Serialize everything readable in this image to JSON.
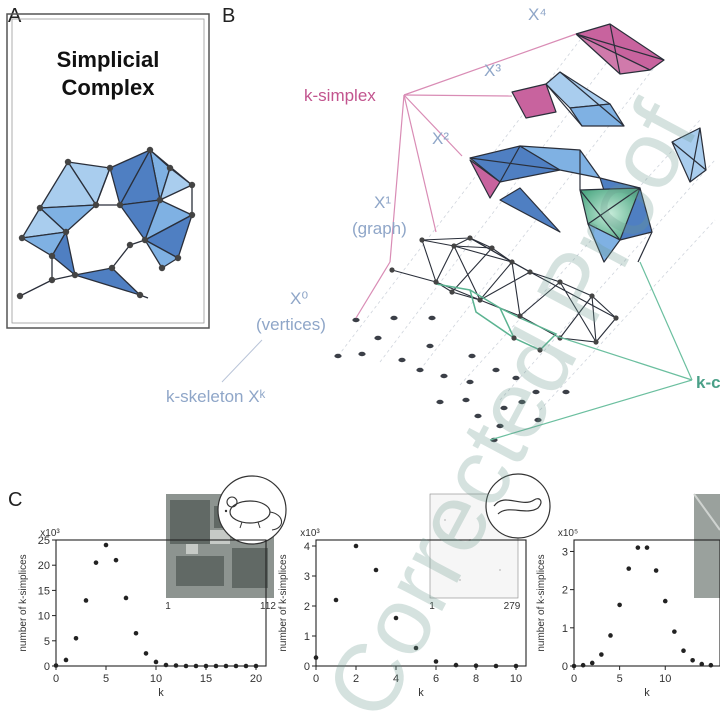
{
  "panel_a": {
    "letter": "A",
    "title_line1": "Simplicial",
    "title_line2": "Complex"
  },
  "panel_b": {
    "letter": "B",
    "labels": {
      "x4": "X⁴",
      "x3": "X³",
      "x2": "X²",
      "x1": "X¹",
      "x1_sub": "(graph)",
      "x0": "X⁰",
      "x0_sub": "(vertices)",
      "k_simplex": "k-simplex",
      "k_skeleton": "k-skeleton Xᵏ",
      "k_cut": "k-c"
    }
  },
  "panel_c": {
    "letter": "C"
  },
  "watermark": "Corrected Proof",
  "colors": {
    "light_blue": "#a9cdee",
    "mid_blue": "#7fb1e3",
    "dark_blue": "#4f7fc2",
    "pink": "#c2548e",
    "green": "#5bb391",
    "label_blue": "#8fa6c8"
  },
  "chart_data": [
    {
      "type": "scatter",
      "icon": "mouse-icon",
      "xlabel": "k",
      "ylabel": "number of k-simplices",
      "y_multiplier": "x10³",
      "xlim": [
        0,
        21
      ],
      "ylim": [
        0,
        25
      ],
      "x_ticks": [
        0,
        5,
        10,
        15,
        20
      ],
      "y_ticks": [
        0,
        5,
        10,
        15,
        20,
        25
      ],
      "inset_ticks": [
        "1",
        "112"
      ],
      "x": [
        0,
        1,
        2,
        3,
        4,
        5,
        6,
        7,
        8,
        9,
        10,
        11,
        12,
        13,
        14,
        15,
        16,
        17,
        18,
        19,
        20
      ],
      "y": [
        0.1,
        1.2,
        5.5,
        13,
        20.5,
        24,
        21,
        13.5,
        6.5,
        2.5,
        0.8,
        0.2,
        0.1,
        0,
        0,
        0,
        0,
        0,
        0,
        0,
        0
      ]
    },
    {
      "type": "scatter",
      "icon": "worm-icon",
      "xlabel": "k",
      "ylabel": "number of k-simplices",
      "y_multiplier": "x10³",
      "xlim": [
        0,
        10.5
      ],
      "ylim": [
        0,
        4.2
      ],
      "x_ticks": [
        0,
        2,
        4,
        6,
        8,
        10
      ],
      "y_ticks": [
        0,
        1,
        2,
        3,
        4
      ],
      "inset_ticks": [
        "1",
        "279"
      ],
      "x": [
        0,
        1,
        2,
        3,
        4,
        5,
        6,
        7,
        8,
        9,
        10
      ],
      "y": [
        0.28,
        2.2,
        4.0,
        3.2,
        1.6,
        0.6,
        0.15,
        0.03,
        0.01,
        0,
        0
      ]
    },
    {
      "type": "scatter",
      "icon": "",
      "xlabel": "k",
      "ylabel": "number of k-simplices",
      "y_multiplier": "x10⁵",
      "xlim": [
        0,
        16
      ],
      "ylim": [
        0,
        3.3
      ],
      "x_ticks": [
        0,
        5,
        10
      ],
      "y_ticks": [
        0,
        1,
        2,
        3
      ],
      "inset_ticks": [],
      "x": [
        0,
        1,
        2,
        3,
        4,
        5,
        6,
        7,
        8,
        9,
        10,
        11,
        12,
        13,
        14,
        15
      ],
      "y": [
        0,
        0.02,
        0.08,
        0.3,
        0.8,
        1.6,
        2.55,
        3.1,
        3.1,
        2.5,
        1.7,
        0.9,
        0.4,
        0.15,
        0.05,
        0.02
      ]
    }
  ]
}
